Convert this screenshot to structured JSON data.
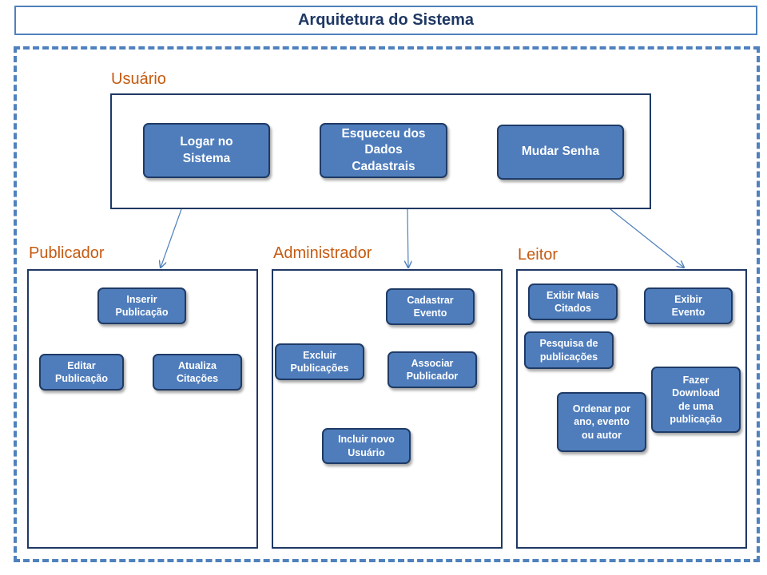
{
  "title": "Arquitetura do Sistema",
  "sections": {
    "usuario": {
      "label": "Usuário",
      "nodes": [
        "Logar no\nSistema",
        "Esqueceu dos\nDados\nCadastrais",
        "Mudar Senha"
      ]
    },
    "publicador": {
      "label": "Publicador",
      "nodes": [
        "Inserir\nPublicação",
        "Editar\nPublicação",
        "Atualiza\nCitações"
      ]
    },
    "administrador": {
      "label": "Administrador",
      "nodes": [
        "Cadastrar\nEvento",
        "Excluir\nPublicações",
        "Associar\nPublicador",
        "Incluir novo\nUsuário"
      ]
    },
    "leitor": {
      "label": "Leitor",
      "nodes": [
        "Exibir Mais\nCitados",
        "Exibir\nEvento",
        "Pesquisa de\npublicações",
        "Ordenar por\nano, evento\nou autor",
        "Fazer\nDownload\nde uma\npublicação"
      ]
    }
  },
  "colors": {
    "node_fill": "#4f7dbc",
    "node_border": "#1f3b66",
    "section_label": "#c55a11",
    "title_text": "#1f3864",
    "frame": "#4f81bd"
  }
}
